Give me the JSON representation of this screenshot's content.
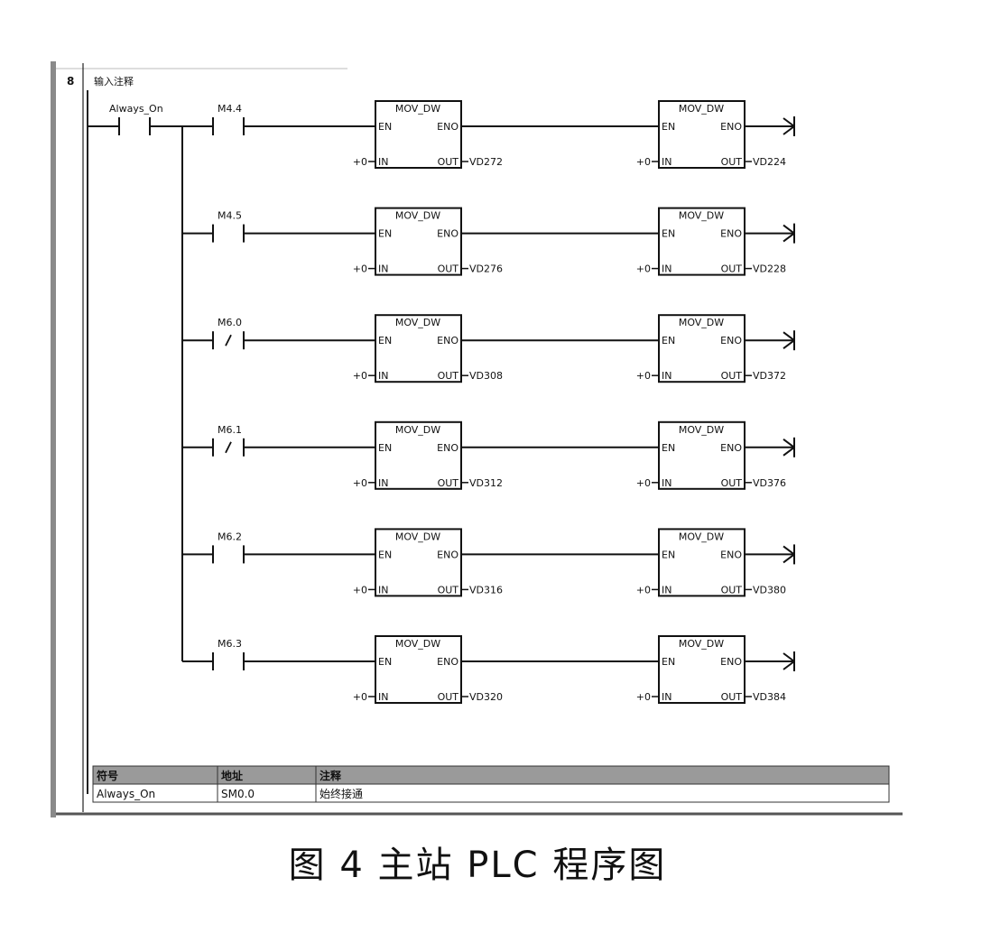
{
  "network": {
    "number": "8",
    "comment": "输入注释"
  },
  "main_contact": {
    "label": "Always_On",
    "type": "NO"
  },
  "rungs": [
    {
      "contact": "M4.4",
      "type": "NO",
      "box1": {
        "title": "MOV_DW",
        "en": "EN",
        "eno": "ENO",
        "in_label": "IN",
        "out_label": "OUT",
        "in_value": "+0",
        "out_value": "VD272"
      },
      "box2": {
        "title": "MOV_DW",
        "en": "EN",
        "eno": "ENO",
        "in_label": "IN",
        "out_label": "OUT",
        "in_value": "+0",
        "out_value": "VD224"
      }
    },
    {
      "contact": "M4.5",
      "type": "NO",
      "box1": {
        "title": "MOV_DW",
        "en": "EN",
        "eno": "ENO",
        "in_label": "IN",
        "out_label": "OUT",
        "in_value": "+0",
        "out_value": "VD276"
      },
      "box2": {
        "title": "MOV_DW",
        "en": "EN",
        "eno": "ENO",
        "in_label": "IN",
        "out_label": "OUT",
        "in_value": "+0",
        "out_value": "VD228"
      }
    },
    {
      "contact": "M6.0",
      "type": "NC",
      "box1": {
        "title": "MOV_DW",
        "en": "EN",
        "eno": "ENO",
        "in_label": "IN",
        "out_label": "OUT",
        "in_value": "+0",
        "out_value": "VD308"
      },
      "box2": {
        "title": "MOV_DW",
        "en": "EN",
        "eno": "ENO",
        "in_label": "IN",
        "out_label": "OUT",
        "in_value": "+0",
        "out_value": "VD372"
      }
    },
    {
      "contact": "M6.1",
      "type": "NC",
      "box1": {
        "title": "MOV_DW",
        "en": "EN",
        "eno": "ENO",
        "in_label": "IN",
        "out_label": "OUT",
        "in_value": "+0",
        "out_value": "VD312"
      },
      "box2": {
        "title": "MOV_DW",
        "en": "EN",
        "eno": "ENO",
        "in_label": "IN",
        "out_label": "OUT",
        "in_value": "+0",
        "out_value": "VD376"
      }
    },
    {
      "contact": "M6.2",
      "type": "NO",
      "box1": {
        "title": "MOV_DW",
        "en": "EN",
        "eno": "ENO",
        "in_label": "IN",
        "out_label": "OUT",
        "in_value": "+0",
        "out_value": "VD316"
      },
      "box2": {
        "title": "MOV_DW",
        "en": "EN",
        "eno": "ENO",
        "in_label": "IN",
        "out_label": "OUT",
        "in_value": "+0",
        "out_value": "VD380"
      }
    },
    {
      "contact": "M6.3",
      "type": "NO",
      "box1": {
        "title": "MOV_DW",
        "en": "EN",
        "eno": "ENO",
        "in_label": "IN",
        "out_label": "OUT",
        "in_value": "+0",
        "out_value": "VD320"
      },
      "box2": {
        "title": "MOV_DW",
        "en": "EN",
        "eno": "ENO",
        "in_label": "IN",
        "out_label": "OUT",
        "in_value": "+0",
        "out_value": "VD384"
      }
    }
  ],
  "symbol_table": {
    "headers": [
      "符号",
      "地址",
      "注释"
    ],
    "rows": [
      [
        "Always_On",
        "SM0.0",
        "始终接通"
      ]
    ]
  },
  "caption": "图 4   主站 PLC 程序图",
  "colors": {
    "ink": "#111111",
    "header_bg": "#9a9a9a",
    "left_bar": "#8a8a8a"
  }
}
